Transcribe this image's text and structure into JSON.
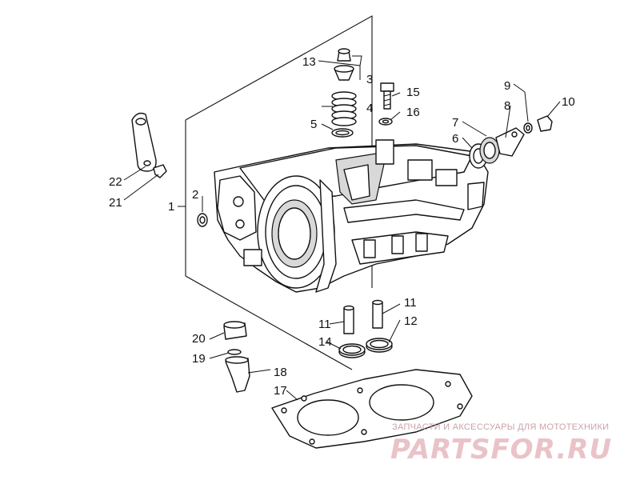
{
  "callouts": {
    "c1": "1",
    "c2": "2",
    "c3": "3",
    "c4": "4",
    "c5": "5",
    "c6": "6",
    "c7": "7",
    "c8": "8",
    "c9": "9",
    "c10": "10",
    "c11a": "11",
    "c11b": "11",
    "c12": "12",
    "c13": "13",
    "c14": "14",
    "c15": "15",
    "c16": "16",
    "c17": "17",
    "c18": "18",
    "c19": "19",
    "c20": "20",
    "c21": "21",
    "c22": "22"
  },
  "watermark": {
    "tagline": "ЗАПЧАСТИ И АКСЕССУАРЫ ДЛЯ МОТОТЕХНИКИ",
    "logo": "PARTSFOR.RU"
  }
}
